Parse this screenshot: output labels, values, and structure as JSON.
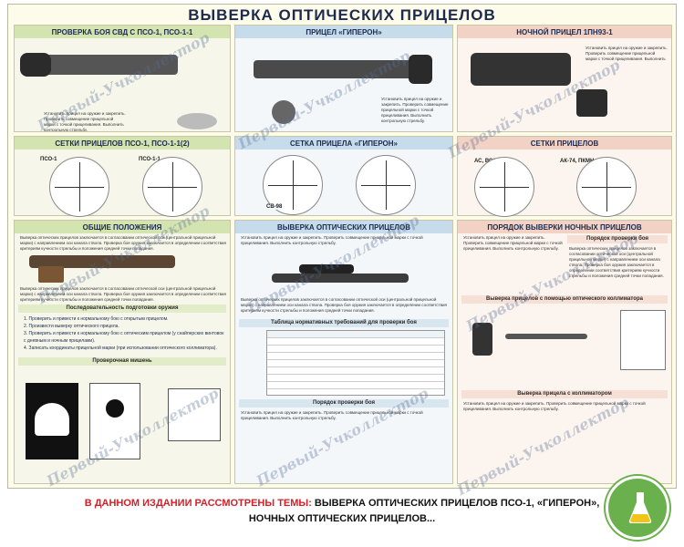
{
  "poster": {
    "title": "ВЫВЕРКА ОПТИЧЕСКИХ ПРИЦЕЛОВ",
    "col1_header": "ПРОВЕРКА БОЯ СВД С ПСО-1, ПСО-1-1",
    "col2_header": "ПРИЦЕЛ «ГИПЕРОН»",
    "col3_header": "НОЧНОЙ ПРИЦЕЛ 1ПН93-1",
    "reticles1_header": "СЕТКИ ПРИЦЕЛОВ ПСО-1, ПСО-1-1(2)",
    "reticles2_header": "СЕТКА ПРИЦЕЛА «ГИПЕРОН»",
    "reticles3_header": "СЕТКИ ПРИЦЕЛОВ",
    "reticle_labels": [
      "ПСО-1",
      "ПСО-1-1",
      "СВ-98",
      "АС, ВСС",
      "АК-74, ПКМН, СВД"
    ],
    "section1_header": "ОБЩИЕ ПОЛОЖЕНИЯ",
    "section2_header": "ВЫВЕРКА ОПТИЧЕСКИХ ПРИЦЕЛОВ",
    "section3_header": "ПОРЯДОК ВЫВЕРКИ НОЧНЫХ ПРИЦЕЛОВ",
    "sub_sequence": "Последовательность подготовки оружия",
    "sub_target": "Проверочная мишень",
    "sub_table": "Таблица нормативных требований для проверки боя",
    "sub_order": "Порядок проверки боя",
    "sub_night_order": "Порядок проверки боя",
    "sub_collimator": "Выверка прицелов с помощью оптического коллиматора",
    "sub_collimator2": "Выверка прицела с коллиматором",
    "steps": [
      "1. Проверить и привести к нормальному бою с открытым прицелом.",
      "2. Произвести выверку оптического прицела.",
      "3. Проверить и привести к нормальному бою с оптическим прицелом (у снайперских винтовок с дневным и ночным прицелами).",
      "4. Записать координаты прицельной марки (при использовании оптического коллиматора)."
    ],
    "intro_text": "Выверка оптических прицелов заключается в согласовании оптической оси (центральной прицельной марки) с направлением оси канала ствола. Проверка боя оружия заключается в определении соответствия критериям кучности стрельбы и положения средней точки попадания.",
    "gen_text": "Установить прицел на оружие и закрепить. Проверить совмещение прицельной марки с точкой прицеливания. Выполнить контрольную стрельбу."
  },
  "footer": {
    "red_part": "В ДАННОМ ИЗДАНИИ РАССМОТРЕНЫ ТЕМЫ:",
    "dark_part1": "ВЫВЕРКА ОПТИЧЕСКИХ ПРИЦЕЛОВ ПСО-1, «ГИПЕРОН»,",
    "dark_part2": "НОЧНЫХ ОПТИЧЕСКИХ ПРИЦЕЛОВ..."
  },
  "watermark": {
    "text": "Первый-Учколлектор"
  },
  "colors": {
    "title": "#1b2a4e",
    "red": "#d1212a",
    "green_header": "#d4e4b0",
    "blue_header": "#c6dcea",
    "pink_header": "#f2d2c5",
    "logo": "#6ab04c"
  }
}
